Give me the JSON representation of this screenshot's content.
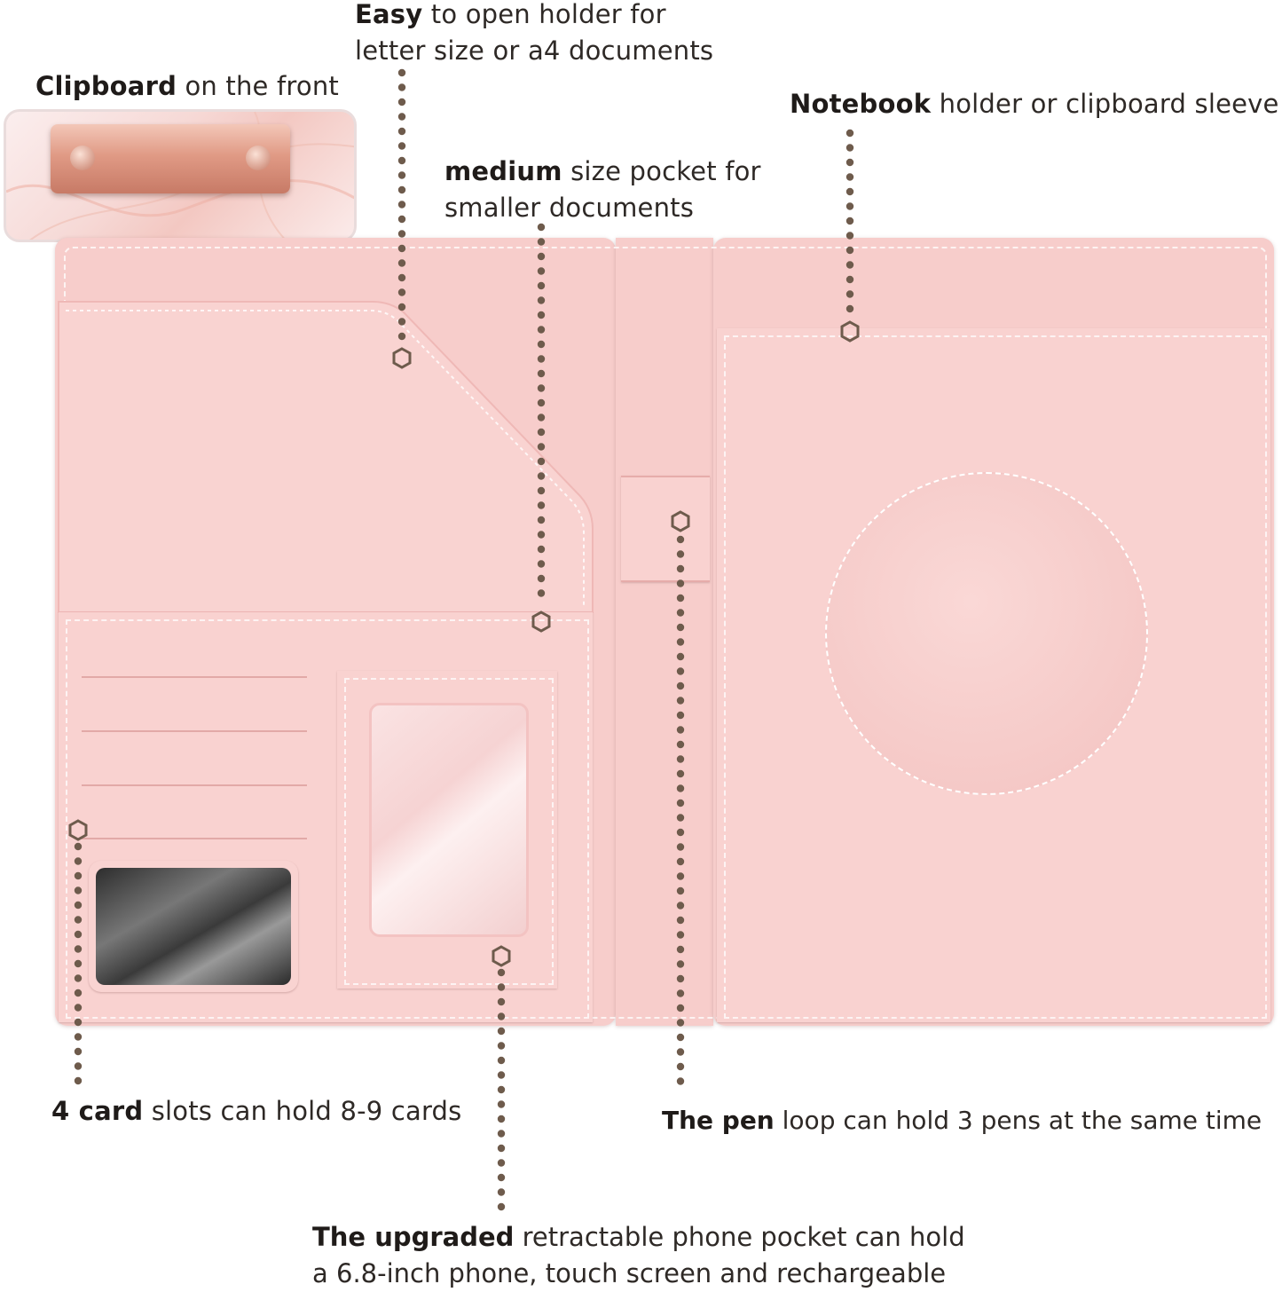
{
  "annotations": {
    "easy": {
      "bold": "Easy",
      "rest": " to open holder for",
      "line2": "letter size or a4 documents"
    },
    "clipboard": {
      "bold": "Clipboard",
      "rest": " on the front"
    },
    "notebook": {
      "bold": "Notebook",
      "rest": " holder or clipboard sleeve"
    },
    "medium": {
      "bold": "medium",
      "rest": " size pocket for",
      "line2": "smaller documents"
    },
    "cards": {
      "bold": "4 card",
      "rest": " slots can hold 8-9 cards"
    },
    "pen": {
      "bold": "The pen",
      "rest": " loop can hold 3 pens at the same time"
    },
    "upgraded": {
      "bold": "The upgraded",
      "rest": " retractable phone pocket can hold",
      "line2": "a 6.8-inch phone, touch screen and rechargeable"
    }
  },
  "colors": {
    "leather": "#f7cdcb",
    "pocket": "#f9d2d0",
    "dots": "#6e5b4c",
    "clip": "#e6a58f"
  }
}
